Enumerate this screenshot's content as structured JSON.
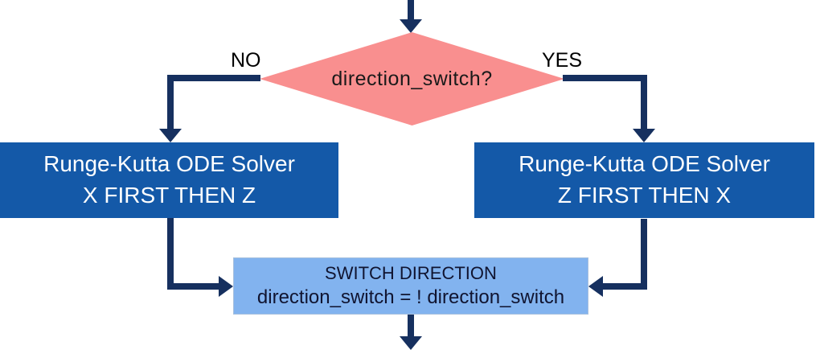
{
  "colors": {
    "arrow": "#16305F",
    "diamond_fill": "#F98F8F",
    "solver_fill": "#1459A8",
    "solver_text": "#FFFFFF",
    "switch_fill": "#82B3EF",
    "switch_border": "#A7C0DE",
    "switch_text": "#101430",
    "branch_label_text": "#000000"
  },
  "flowchart": {
    "decision": {
      "label": "direction_switch?"
    },
    "branches": {
      "no": "NO",
      "yes": "YES"
    },
    "solver_left": {
      "line1": "Runge-Kutta ODE Solver",
      "line2": "X FIRST THEN Z"
    },
    "solver_right": {
      "line1": "Runge-Kutta ODE Solver",
      "line2": "Z FIRST THEN X"
    },
    "switch": {
      "line1": "SWITCH DIRECTION",
      "line2": "direction_switch = ! direction_switch"
    }
  }
}
